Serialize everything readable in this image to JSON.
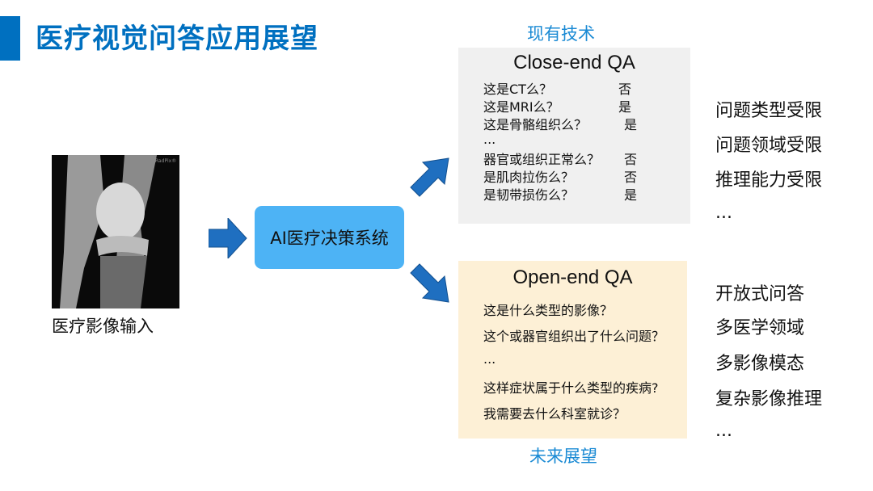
{
  "title": "医疗视觉问答应用展望",
  "input": {
    "caption": "医疗影像输入",
    "watermark": "RadPix®"
  },
  "system": {
    "label": "AI医疗决策系统"
  },
  "current": {
    "header": "现有技术",
    "box_title": "Close-end QA",
    "items": [
      {
        "q": "这是CT么？",
        "a": "否"
      },
      {
        "q": "这是MRI么？",
        "a": "是"
      },
      {
        "q": "这是骨骼组织么？",
        "a": "是"
      },
      {
        "q": "...",
        "a": ""
      },
      {
        "q": "器官或组织正常么？",
        "a": "否"
      },
      {
        "q": "是肌肉拉伤么？",
        "a": "否"
      },
      {
        "q": "是韧带损伤么？",
        "a": "是"
      }
    ],
    "limits": [
      "问题类型受限",
      "问题领域受限",
      "推理能力受限",
      "..."
    ]
  },
  "future": {
    "header": "未来展望",
    "box_title": "Open-end QA",
    "items": [
      "这是什么类型的影像？",
      "这个或器官组织出了什么问题？",
      "...",
      "这样症状属于什么类型的疾病?",
      "我需要去什么科室就诊？"
    ],
    "features": [
      "开放式问答",
      "多医学领域",
      "多影像模态",
      "复杂影像推理",
      "..."
    ]
  },
  "colors": {
    "title": "#0070c0",
    "arrow": "#1f6fc0",
    "system_box": "#4db3f5",
    "header": "#1a8ad4"
  }
}
